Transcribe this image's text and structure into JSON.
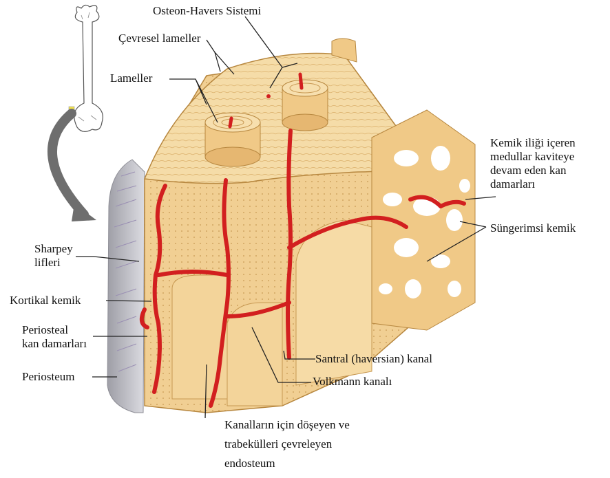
{
  "labels": {
    "osteon": "Osteon-Havers Sistemi",
    "circumferential": "Çevresel lameller",
    "lamellae": "Lameller",
    "marrow": [
      "Kemik iliği içeren",
      "medullar kaviteye",
      "devam eden kan",
      "damarları"
    ],
    "spongy": "Süngerimsi kemik",
    "sharpey": [
      "Sharpey",
      "lifleri"
    ],
    "cortical": "Kortikal kemik",
    "periosteal_vessels": [
      "Periosteal",
      "kan damarları"
    ],
    "periosteum": "Periosteum",
    "central_canal": "Santral (haversian) kanal",
    "volkmann": "Volkmann kanalı",
    "endosteum": [
      "Kanalların için döşeyen ve",
      "trabekülleri çevreleyen",
      "endosteum"
    ]
  },
  "colors": {
    "bone": "#f3d49a",
    "bone_dark": "#e2b56a",
    "bone_shadow": "#c9954a",
    "vessel": "#d21f1f",
    "periosteum": "#c8c8cc",
    "periosteum_fiber": "#9a8fb3",
    "arrow": "#6e6e6e",
    "leader": "#222222"
  }
}
